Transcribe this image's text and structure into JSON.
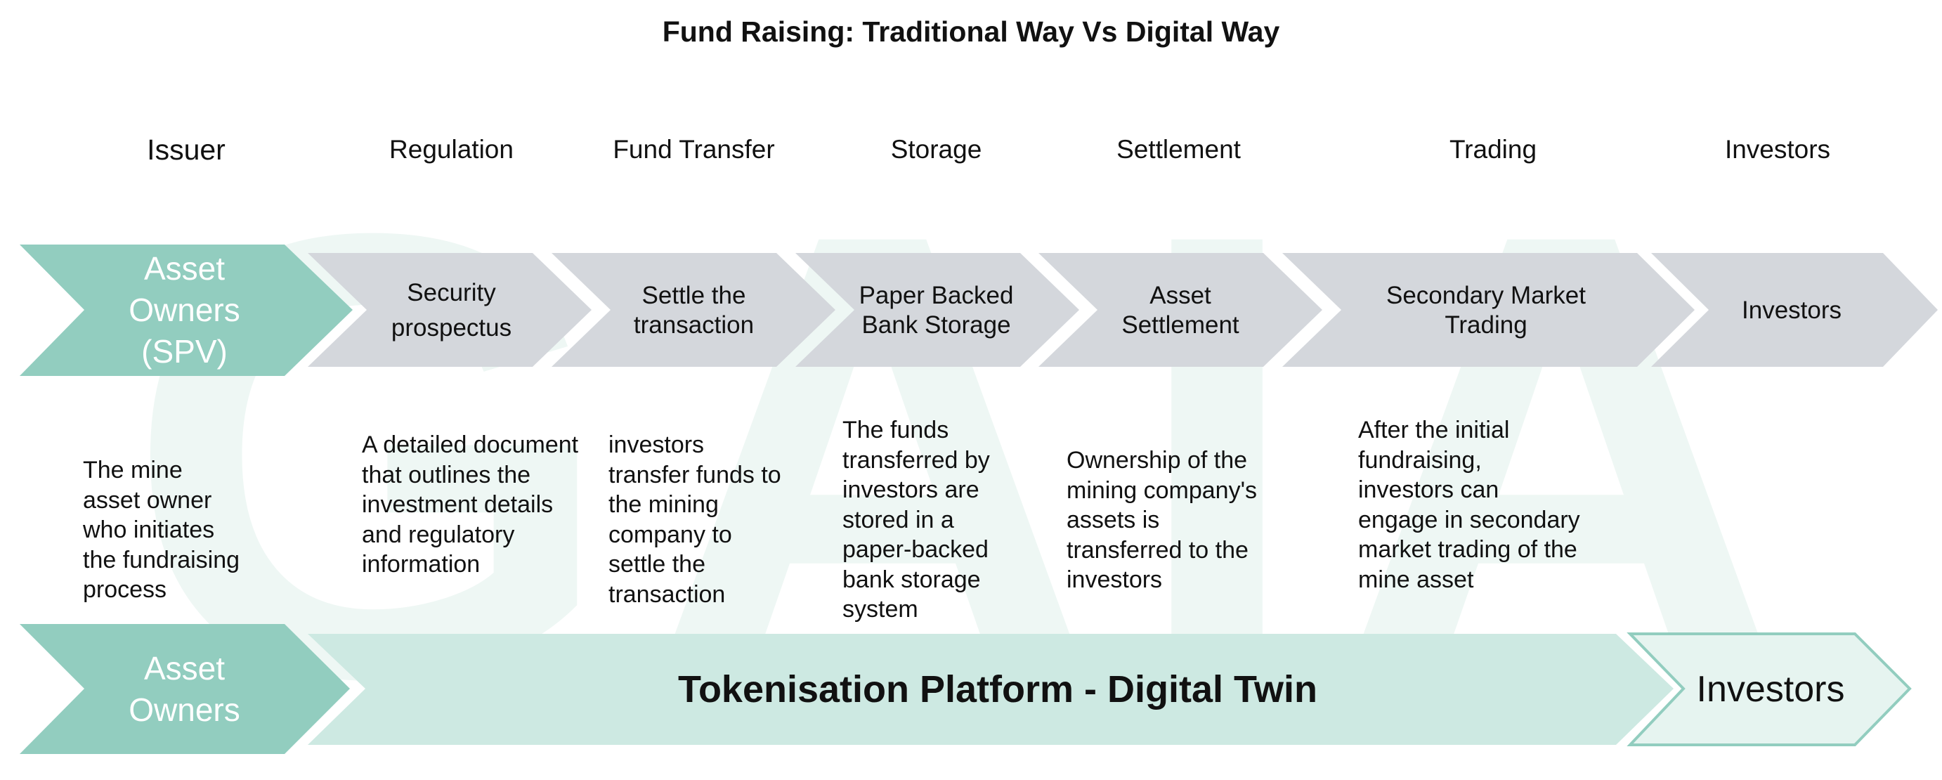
{
  "title": "Fund Raising: Traditional Way Vs Digital Way",
  "watermark": "GAIA",
  "colors": {
    "teal": "#92cdbf",
    "teal_light": "#cde9e2",
    "grey": "#d4d7dc",
    "investor_outline": "#92cdbf"
  },
  "stages": [
    {
      "header": "Issuer",
      "box": "Asset Owners (SPV)",
      "description": "The mine asset owner who initiates the fundraising process"
    },
    {
      "header": "Regulation",
      "box": "Security prospectus",
      "description": "A detailed document that outlines the investment details and regulatory information"
    },
    {
      "header": "Fund Transfer",
      "box": "Settle the transaction",
      "description": "investors transfer funds to the mining company to settle the transaction"
    },
    {
      "header": "Storage",
      "box": "Paper Backed Bank Storage",
      "description": "The funds transferred by investors are stored in a paper-backed bank storage system"
    },
    {
      "header": "Settlement",
      "box": "Asset Settlement",
      "description": "Ownership of the mining company's assets is transferred to the investors"
    },
    {
      "header": "Trading",
      "box": "Secondary Market Trading",
      "description": "After the initial fundraising, investors can engage in secondary market trading of the mine asset"
    },
    {
      "header": "Investors",
      "box": "Investors",
      "description": ""
    }
  ],
  "digital": {
    "owner": "Asset Owners",
    "platform": "Tokenisation Platform - Digital Twin",
    "investors": "Investors"
  }
}
